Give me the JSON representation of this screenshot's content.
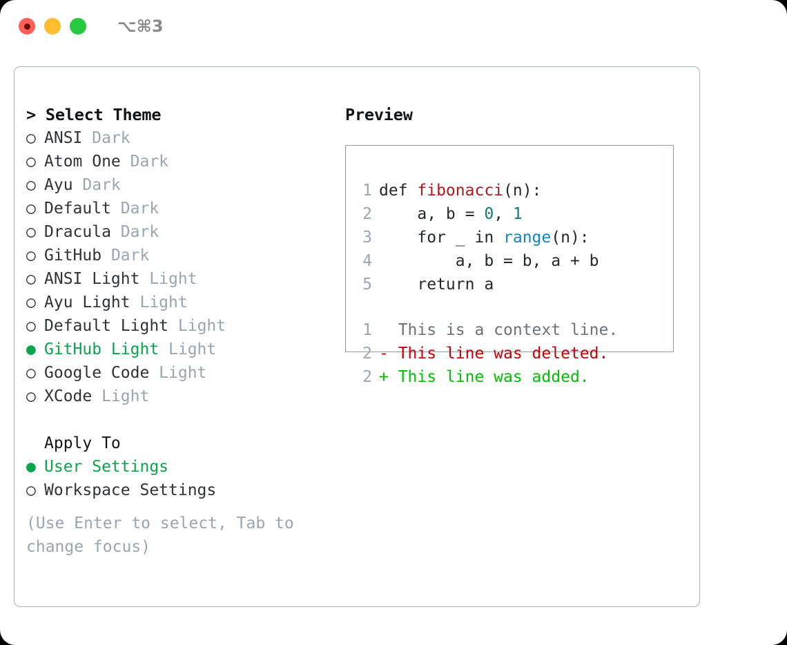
{
  "window": {
    "traffic_lights": [
      {
        "name": "close-button",
        "color": "#ff5f57"
      },
      {
        "name": "minimize-button",
        "color": "#febc2e"
      },
      {
        "name": "maximize-button",
        "color": "#28c840"
      }
    ],
    "shortcut": "⌥⌘3"
  },
  "theme_picker": {
    "heading": "> Select Theme",
    "marker_selected": "●",
    "marker_unselected": "○",
    "selected_color": "#09a54a",
    "tag_color": "#9aa5b4",
    "items": [
      {
        "label": "ANSI",
        "tag": "Dark",
        "selected": false
      },
      {
        "label": "Atom One",
        "tag": "Dark",
        "selected": false
      },
      {
        "label": "Ayu",
        "tag": "Dark",
        "selected": false
      },
      {
        "label": "Default",
        "tag": "Dark",
        "selected": false
      },
      {
        "label": "Dracula",
        "tag": "Dark",
        "selected": false
      },
      {
        "label": "GitHub",
        "tag": "Dark",
        "selected": false
      },
      {
        "label": "ANSI Light",
        "tag": "Light",
        "selected": false
      },
      {
        "label": "Ayu Light",
        "tag": "Light",
        "selected": false
      },
      {
        "label": "Default Light",
        "tag": "Light",
        "selected": false
      },
      {
        "label": "GitHub Light",
        "tag": "Light",
        "selected": true
      },
      {
        "label": "Google Code",
        "tag": "Light",
        "selected": false
      },
      {
        "label": "XCode",
        "tag": "Light",
        "selected": false
      }
    ]
  },
  "apply_to": {
    "title": "Apply To",
    "options": [
      {
        "label": "User Settings",
        "selected": true
      },
      {
        "label": "Workspace Settings",
        "selected": false
      }
    ]
  },
  "hint": "(Use Enter to select, Tab to change focus)",
  "preview": {
    "title": "Preview",
    "code_lines": [
      {
        "num": "1",
        "tokens": [
          {
            "text": "def ",
            "type": "plain"
          },
          {
            "text": "fibonacci",
            "type": "fn"
          },
          {
            "text": "(n):",
            "type": "plain"
          }
        ]
      },
      {
        "num": "2",
        "tokens": [
          {
            "text": "    a, b = ",
            "type": "plain"
          },
          {
            "text": "0",
            "type": "num"
          },
          {
            "text": ", ",
            "type": "plain"
          },
          {
            "text": "1",
            "type": "num"
          }
        ]
      },
      {
        "num": "3",
        "tokens": [
          {
            "text": "    for _ in ",
            "type": "plain"
          },
          {
            "text": "range",
            "type": "call"
          },
          {
            "text": "(n):",
            "type": "plain"
          }
        ]
      },
      {
        "num": "4",
        "tokens": [
          {
            "text": "        a, b = b, a + b",
            "type": "plain"
          }
        ]
      },
      {
        "num": "5",
        "tokens": [
          {
            "text": "    return a",
            "type": "plain"
          }
        ]
      }
    ],
    "diff_lines": [
      {
        "num": "1",
        "sign": "  ",
        "text": "This is a context line.",
        "type": "ctx"
      },
      {
        "num": "2",
        "sign": "- ",
        "text": "This line was deleted.",
        "type": "del"
      },
      {
        "num": "2",
        "sign": "+ ",
        "text": "This line was added.",
        "type": "add"
      }
    ],
    "colors": {
      "function": "#b3171c",
      "number": "#117a80",
      "builtin": "#1184c4",
      "diff_context": "#6a737d",
      "diff_delete": "#cc0000",
      "diff_add": "#00c000",
      "line_number": "#9aa5b4"
    }
  }
}
